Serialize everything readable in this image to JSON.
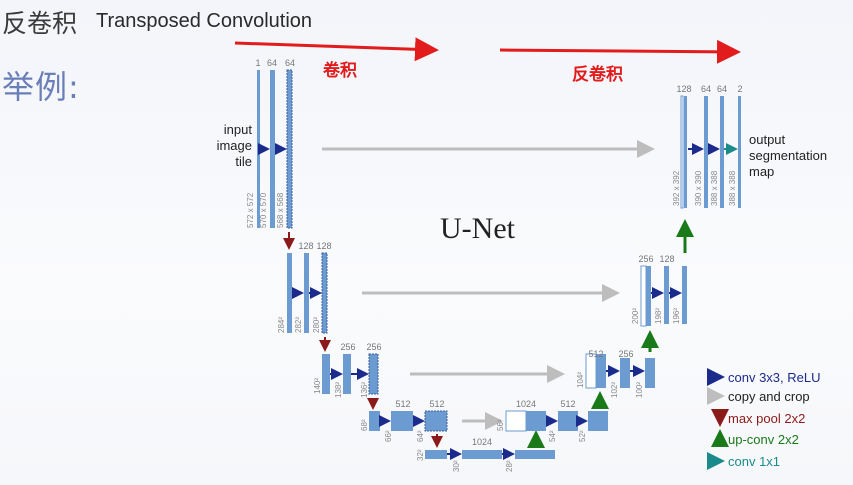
{
  "header": {
    "title_cn": "反卷积",
    "title_en": "Transposed Convolution",
    "example": "举例:",
    "arrow_left_label": "卷积",
    "arrow_right_label": "反卷积",
    "arrow_color": "#e21c1c"
  },
  "diagram": {
    "title": "U-Net",
    "input_label": [
      "input",
      "image",
      "tile"
    ],
    "output_label": [
      "output",
      "segmentation",
      "map"
    ],
    "colors": {
      "block": "#6c9bd2",
      "conv": "#1b2b8c",
      "copy": "#bdbdbd",
      "pool": "#8b1a1a",
      "upconv": "#1a7a1a",
      "conv1x1": "#1b8a8a"
    },
    "channels": {
      "l1_enc": [
        "1",
        "64",
        "64"
      ],
      "l2_enc": [
        "128",
        "128"
      ],
      "l3_enc": [
        "256",
        "256"
      ],
      "l4_enc": [
        "512",
        "512"
      ],
      "bottom": [
        "1024"
      ],
      "l4_dec": [
        "1024",
        "512"
      ],
      "l3_dec": [
        "512",
        "256"
      ],
      "l2_dec": [
        "256",
        "128"
      ],
      "l1_dec": [
        "128",
        "64",
        "64",
        "2"
      ]
    },
    "sizes": {
      "l1_enc": [
        "572 x 572",
        "570 x 570",
        "568 x 568"
      ],
      "l2_enc": [
        "284²",
        "282²",
        "280²"
      ],
      "l3_enc": [
        "140²",
        "138²",
        "136²"
      ],
      "l4_enc": [
        "68²",
        "66²",
        "64²"
      ],
      "bottom": [
        "32²",
        "30²",
        "28²"
      ],
      "l4_dec": [
        "56²",
        "54²",
        "52²"
      ],
      "l3_dec": [
        "104²",
        "102²",
        "100²"
      ],
      "l2_dec": [
        "200²",
        "198²",
        "196²"
      ],
      "l1_dec": [
        "392 x 392",
        "390 x 390",
        "388 x 388",
        "388 x 388"
      ]
    }
  },
  "legend": [
    {
      "name": "conv-legend",
      "label": "conv 3x3, ReLU",
      "color": "#1b2b8c"
    },
    {
      "name": "copy-legend",
      "label": "copy and crop",
      "color": "#222222"
    },
    {
      "name": "pool-legend",
      "label": "max pool 2x2",
      "color": "#8b1a1a"
    },
    {
      "name": "upconv-legend",
      "label": "up-conv 2x2",
      "color": "#1a7a1a"
    },
    {
      "name": "conv1x1-legend",
      "label": "conv 1x1",
      "color": "#1b8a8a"
    }
  ]
}
